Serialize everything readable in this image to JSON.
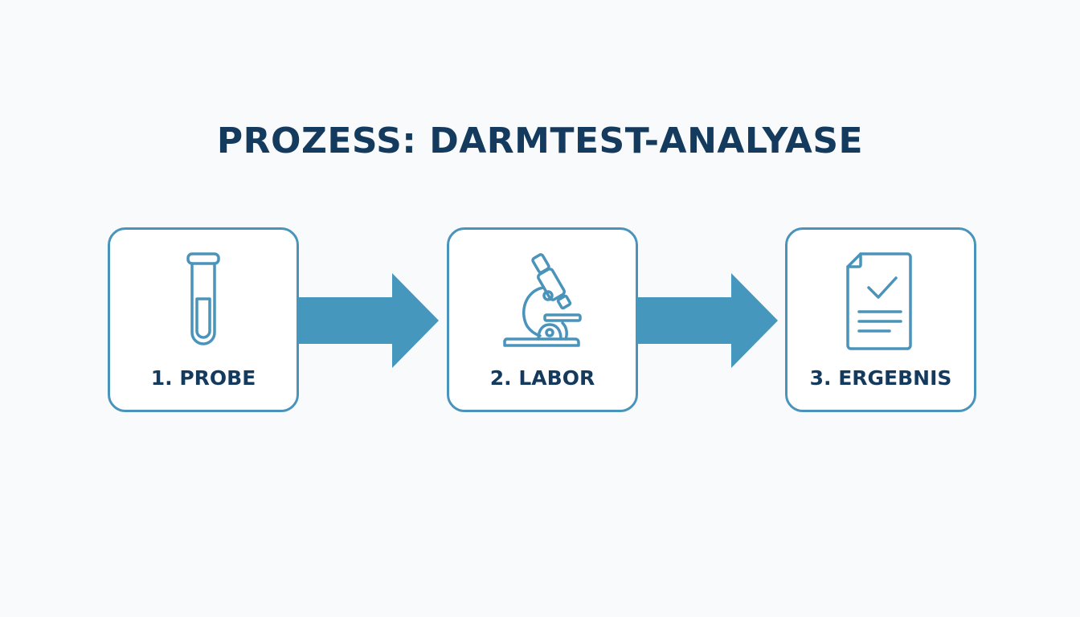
{
  "title": "PROZESS: DARMTEST-ANALYASE",
  "accent_color": "#4a93bb",
  "arrow_color": "#4597bd",
  "text_color": "#143a5e",
  "steps": [
    {
      "label": "1. PROBE",
      "icon": "test-tube-icon"
    },
    {
      "label": "2. LABOR",
      "icon": "microscope-icon"
    },
    {
      "label": "3. ERGEBNIS",
      "icon": "checked-document-icon"
    }
  ]
}
